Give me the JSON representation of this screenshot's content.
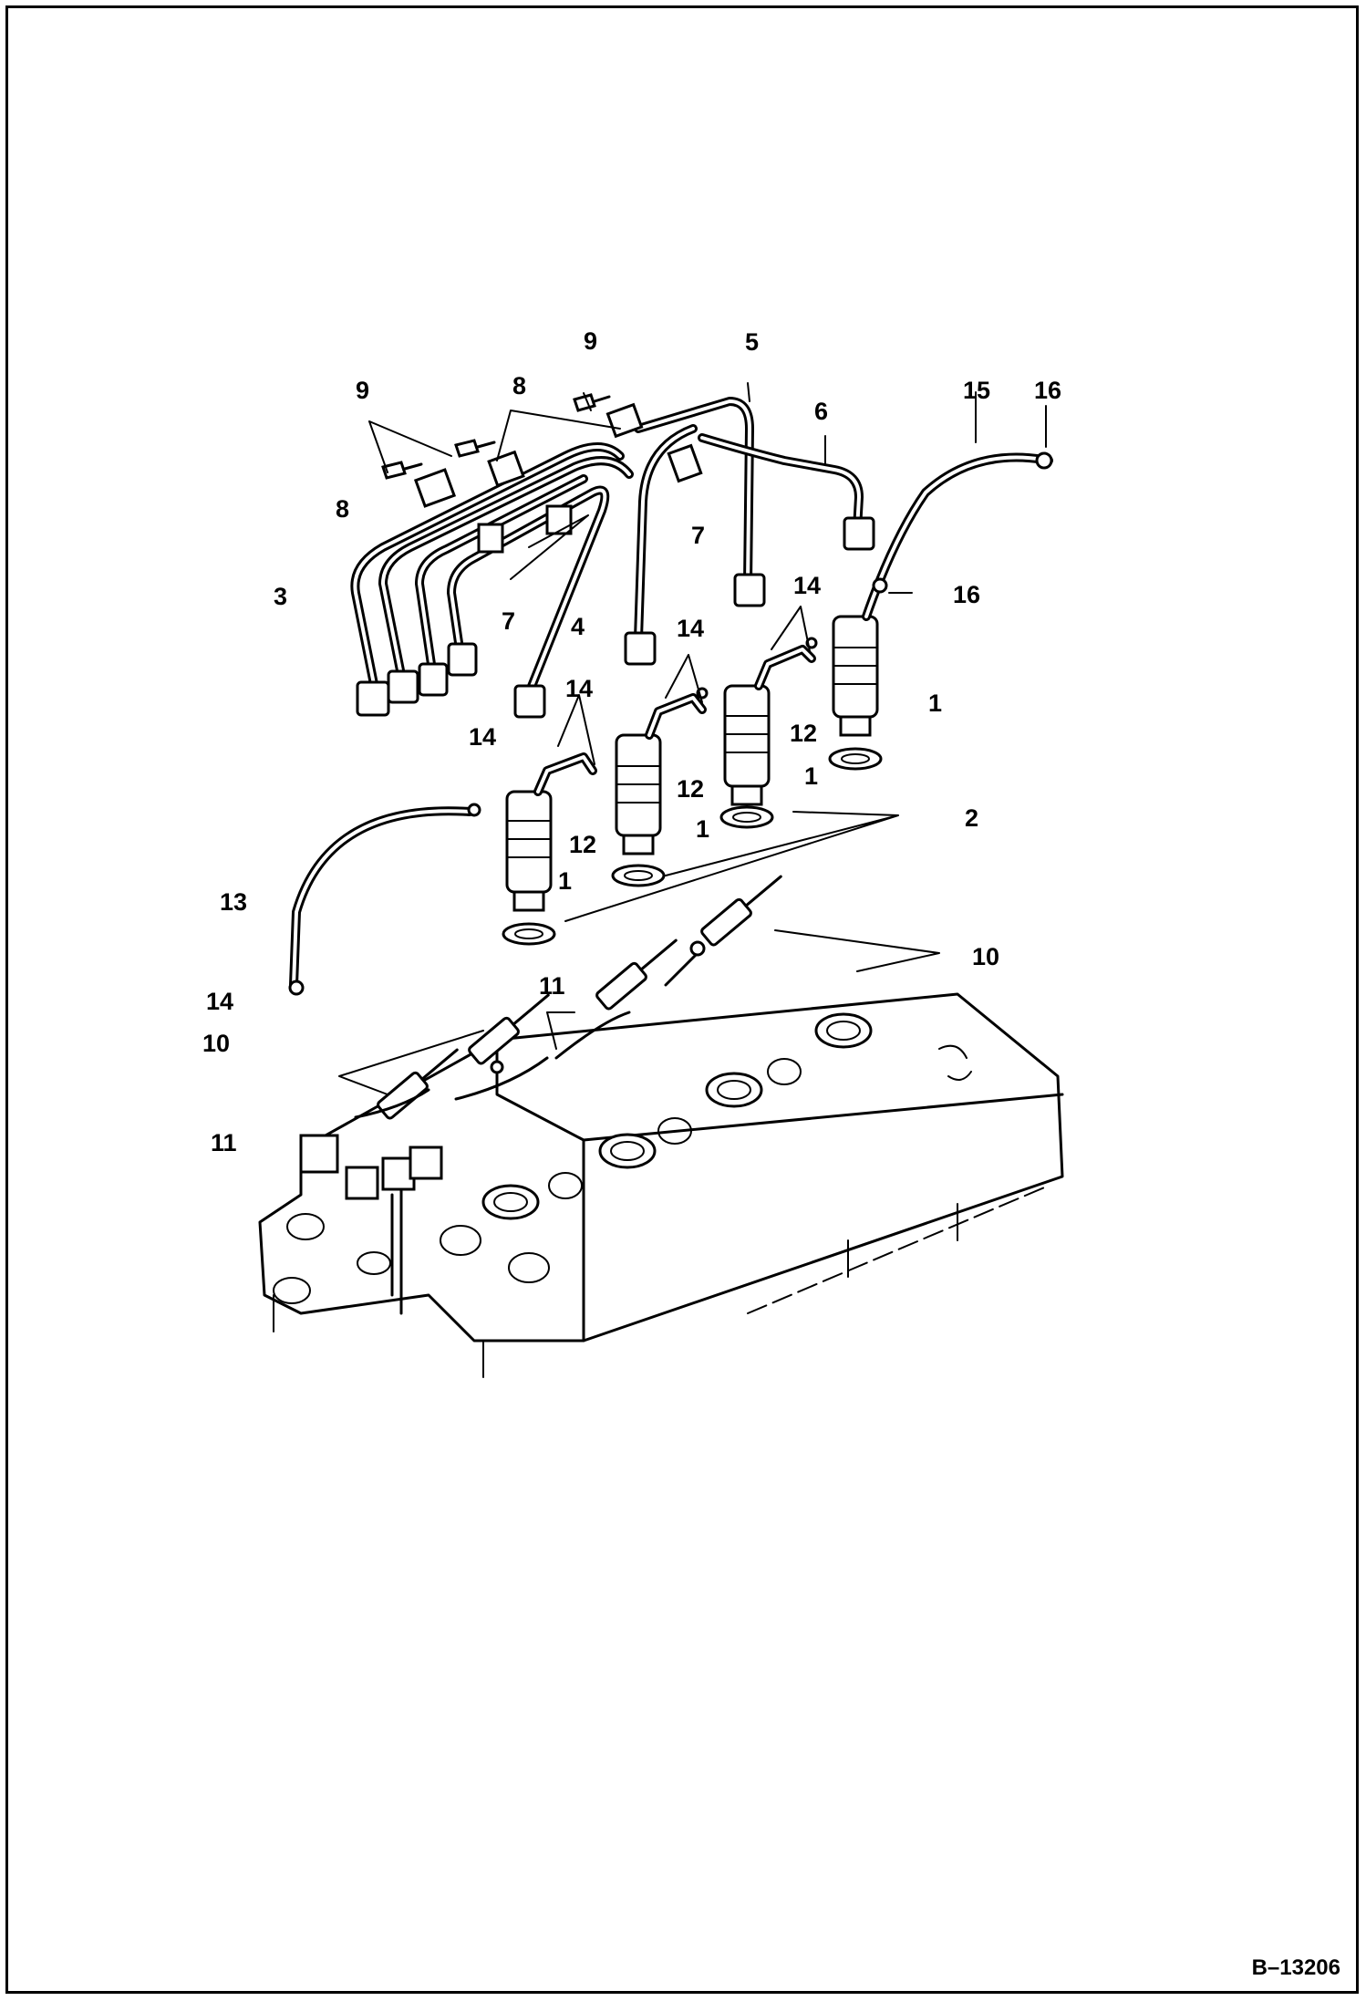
{
  "figure_ref": "B–13206",
  "callouts": {
    "c1a": "1",
    "c1b": "1",
    "c1c": "1",
    "c1d": "1",
    "c2": "2",
    "c3": "3",
    "c4": "4",
    "c5": "5",
    "c6": "6",
    "c7a": "7",
    "c7b": "7",
    "c8a": "8",
    "c8b": "8",
    "c9a": "9",
    "c9b": "9",
    "c10a": "10",
    "c10b": "10",
    "c11a": "11",
    "c11b": "11",
    "c12a": "12",
    "c12b": "12",
    "c12c": "12",
    "c13": "13",
    "c14a": "14",
    "c14b": "14",
    "c14c": "14",
    "c14d": "14",
    "c14e": "14",
    "c15": "15",
    "c16a": "16",
    "c16b": "16"
  }
}
